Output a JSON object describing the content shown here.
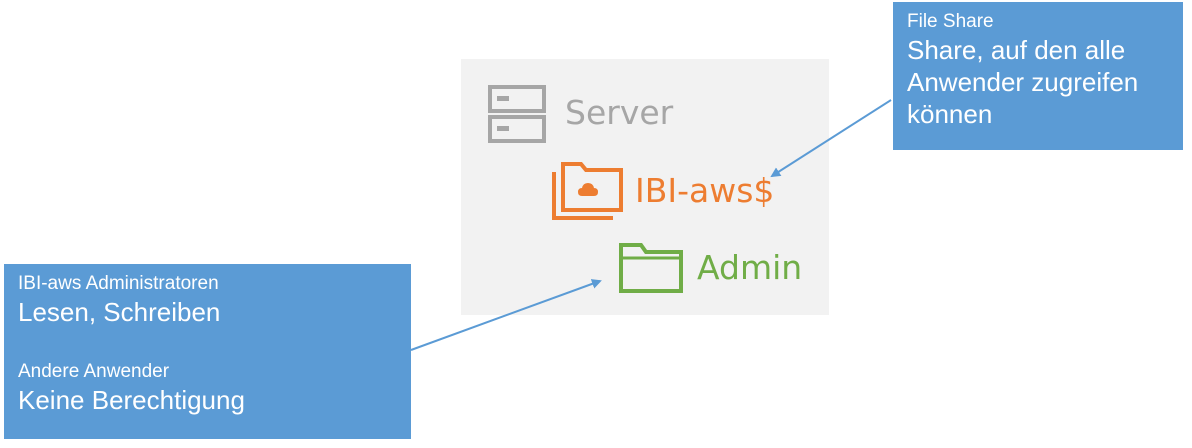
{
  "server": {
    "label": "Server",
    "icon": "server-icon"
  },
  "share": {
    "label": "IBI-aws$",
    "icon": "cloud-folder-icon",
    "color": "#ed7d31"
  },
  "admin": {
    "label": "Admin",
    "icon": "folder-icon",
    "color": "#70ad47"
  },
  "callout_share": {
    "title": "File Share",
    "body": [
      "Share, auf den alle",
      "Anwender zugreifen",
      "können"
    ]
  },
  "callout_admin": {
    "group1_title": "IBI-aws Administratoren",
    "group1_perm": "Lesen, Schreiben",
    "group2_title": "Andere Anwender",
    "group2_perm": "Keine Berechtigung"
  },
  "colors": {
    "callout": "#5b9bd5",
    "server_gray": "#a6a6a6",
    "panel": "#f2f2f2"
  }
}
